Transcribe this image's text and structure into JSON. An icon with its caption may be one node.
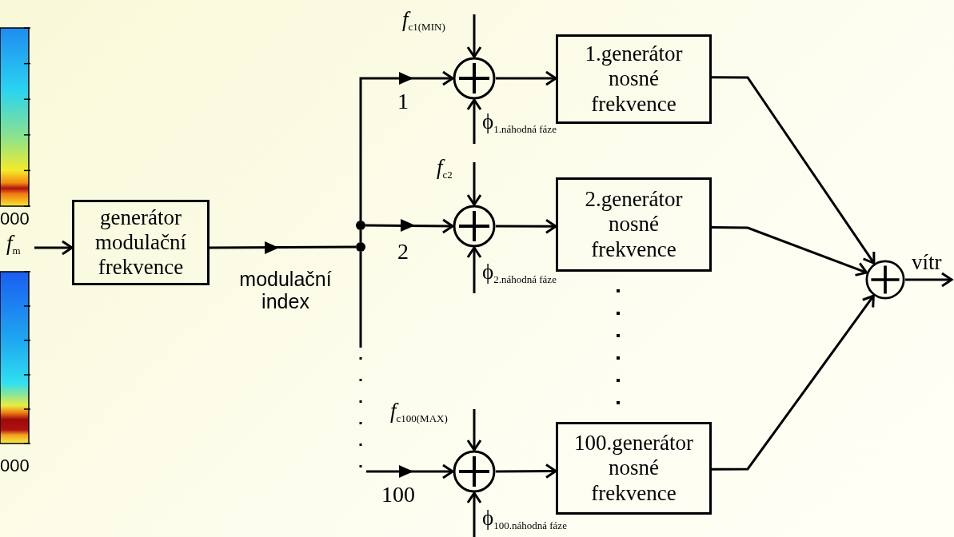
{
  "diagram": {
    "nodes": [
      {
        "text": [
          "generátor modulační frekvence"
        ]
      },
      {
        "text": [],
        "shape": "circle"
      },
      {
        "text": [],
        "shape": "circle"
      },
      {
        "text": [],
        "shape": "circle"
      },
      {
        "text": [
          "1.generátor nosné frekvence"
        ]
      },
      {
        "text": [],
        "shape": "circle"
      },
      {
        "text": [
          "2.generátor nosné frekvence"
        ]
      },
      {
        "text": [],
        "shape": "circle"
      },
      {
        "text": [
          "100.generátor nosné frekvence"
        ]
      },
      {
        "text": [],
        "shape": "circle"
      }
    ],
    "edges": [
      {
        "from": null,
        "to": 0,
        "arrow": "to",
        "label": "*f*$_{m}$"
      },
      {
        "from": 0,
        "to": 2,
        "arrow": "to",
        "label": "modulační index"
      },
      {
        "from": 2,
        "to": 1,
        "arrow": "none"
      },
      {
        "from": 1,
        "to": 3,
        "arrow": "to",
        "label": "1"
      },
      {
        "from": 1,
        "to": 5,
        "arrow": "to",
        "label": "2"
      },
      {
        "from": 2,
        "to": 7,
        "arrow": "to",
        "label": "100",
        "style": "dashed"
      },
      {
        "from": 3,
        "to": 4,
        "arrow": "to"
      },
      {
        "from": 5,
        "to": 6,
        "arrow": "to"
      },
      {
        "from": 7,
        "to": 8,
        "arrow": "to"
      },
      {
        "from": null,
        "to": 3,
        "arrow": "to",
        "label": "*f*$_{c1(MIN)}$"
      },
      {
        "from": null,
        "to": 3,
        "arrow": "to",
        "label": "ϕ$_{1.náhodná fáze}$"
      },
      {
        "from": null,
        "to": 5,
        "arrow": "to",
        "label": "*f*$_{c2}$"
      },
      {
        "from": null,
        "to": 5,
        "arrow": "to",
        "label": "ϕ$_{2.náhodná fáze}$"
      },
      {
        "from": null,
        "to": 7,
        "arrow": "to",
        "label": "*f*$_{c100(MAX)}$"
      },
      {
        "from": null,
        "to": 7,
        "arrow": "to",
        "label": "ϕ$_{100.náhodná fáze}$"
      },
      {
        "from": 4,
        "to": 9,
        "arrow": "to"
      },
      {
        "from": 6,
        "to": 9,
        "arrow": "to"
      },
      {
        "from": 8,
        "to": 9,
        "arrow": "to"
      },
      {
        "from": 9,
        "to": null,
        "arrow": "to",
        "label": "vítr"
      }
    ],
    "labels": [
      "000",
      "000"
    ]
  }
}
